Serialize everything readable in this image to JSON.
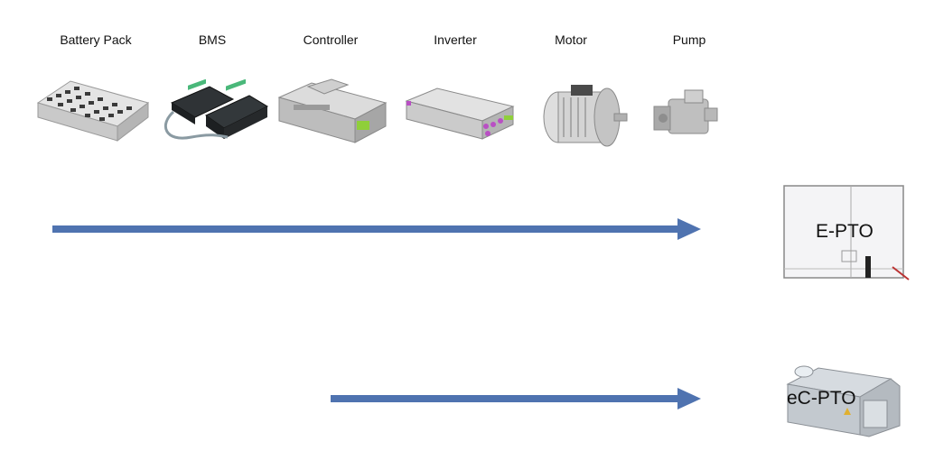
{
  "components": [
    {
      "key": "battery",
      "label": "Battery Pack",
      "icon": "battery-pack-icon"
    },
    {
      "key": "bms",
      "label": "BMS",
      "icon": "bms-module-icon"
    },
    {
      "key": "controller",
      "label": "Controller",
      "icon": "controller-icon"
    },
    {
      "key": "inverter",
      "label": "Inverter",
      "icon": "inverter-icon"
    },
    {
      "key": "motor",
      "label": "Motor",
      "icon": "electric-motor-icon"
    },
    {
      "key": "pump",
      "label": "Pump",
      "icon": "hydraulic-pump-icon"
    }
  ],
  "units": {
    "epto": {
      "label": "E-PTO",
      "icon": "e-pto-cabinet-icon"
    },
    "ecpto": {
      "label": "eC-PTO",
      "icon": "ec-pto-unit-icon"
    }
  },
  "colors": {
    "arrow": "#4f73b0",
    "accent_magenta": "#b94fc4",
    "accent_green": "#8fcf3a"
  }
}
